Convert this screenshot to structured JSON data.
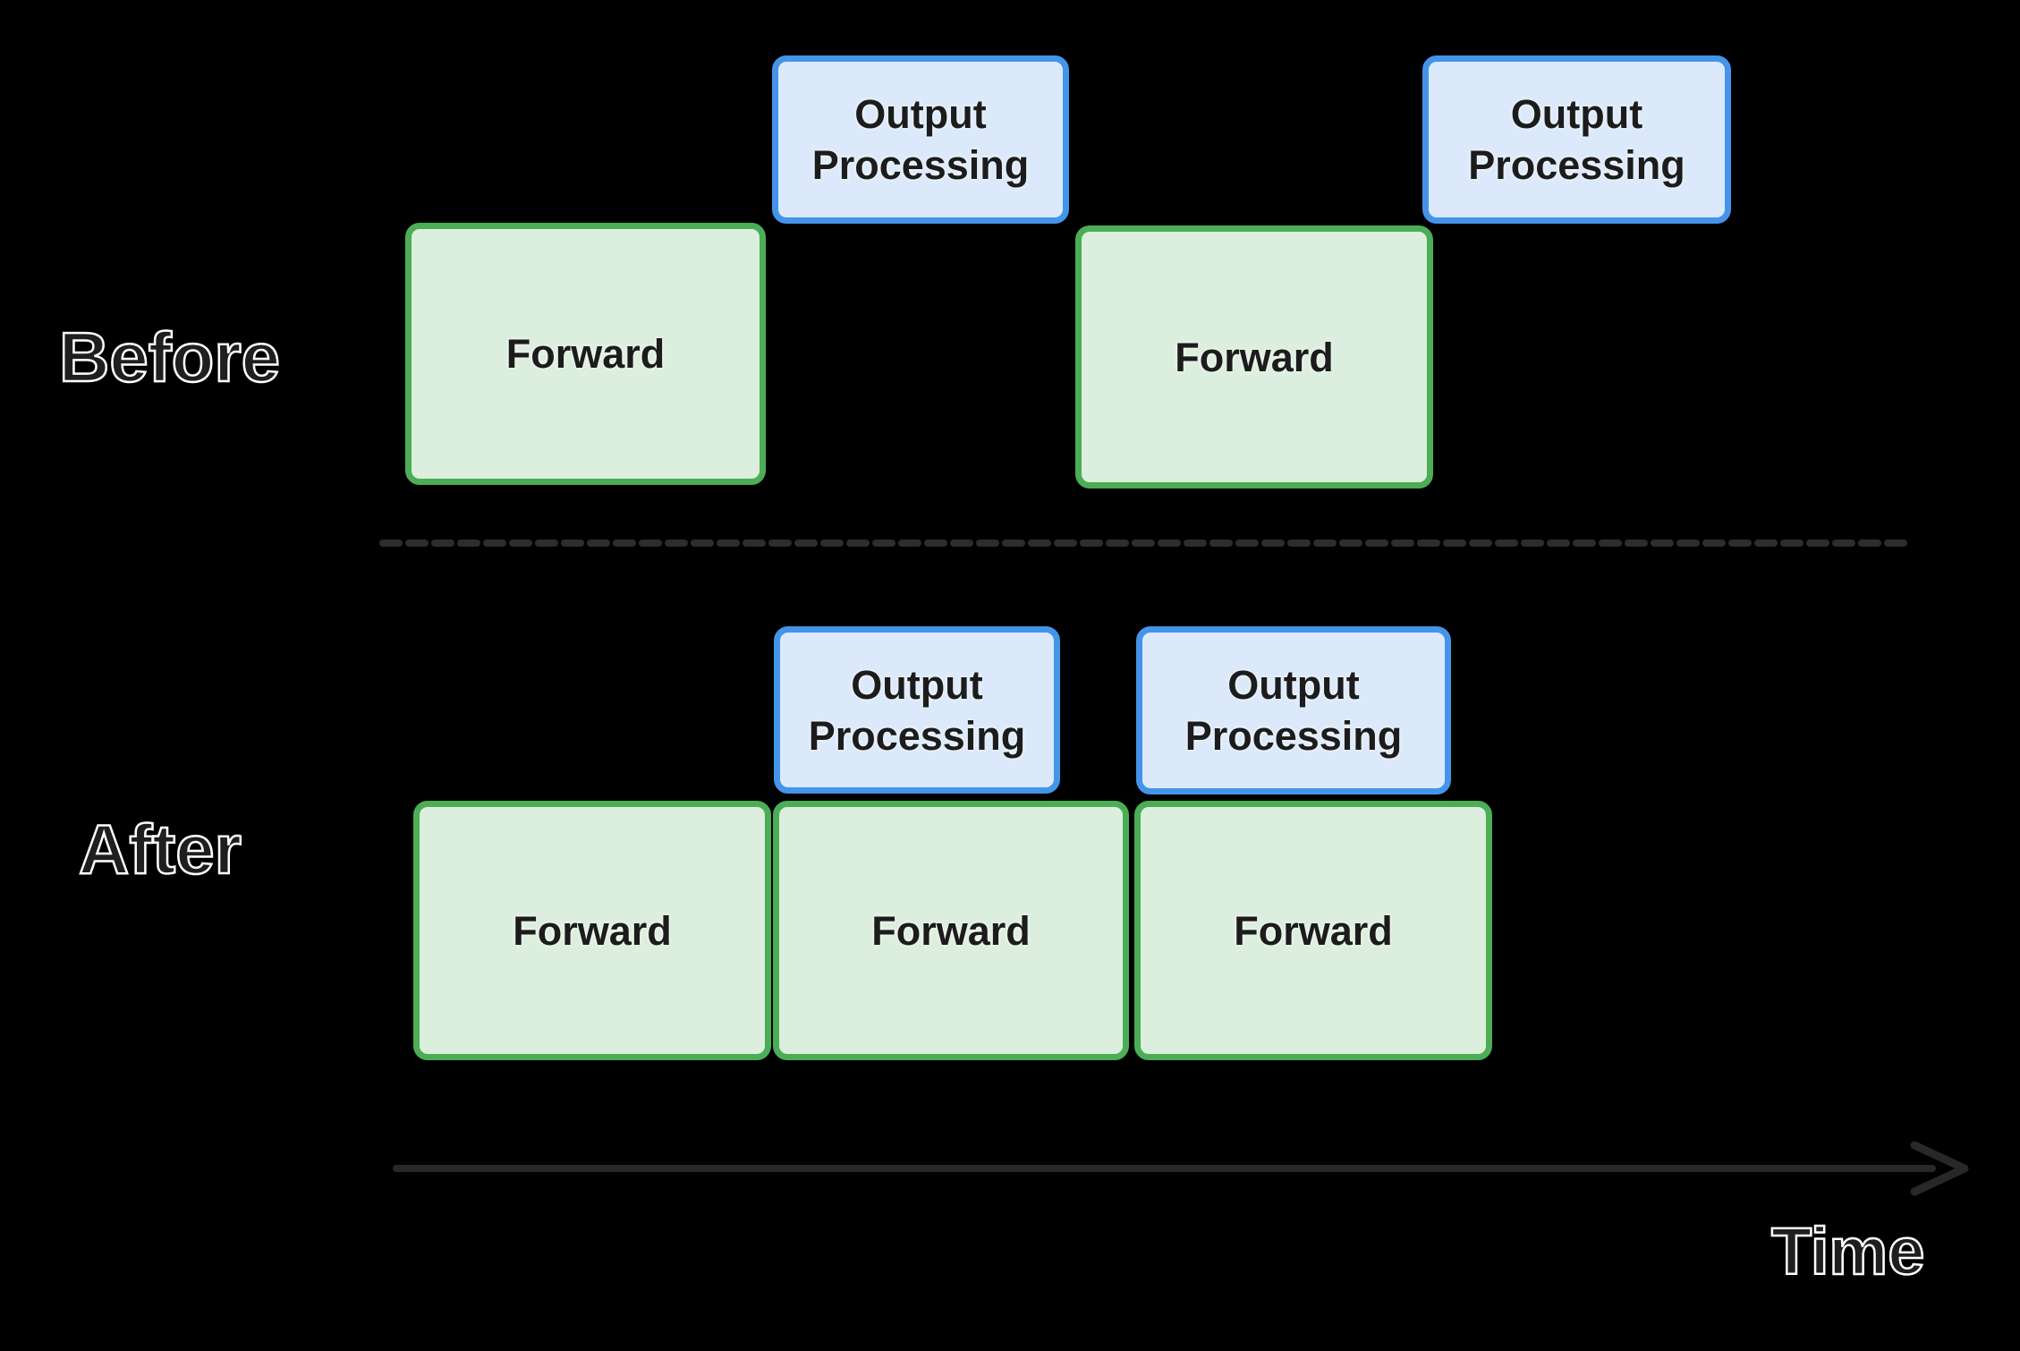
{
  "colors": {
    "background": "#000000",
    "forward_fill": "#dceedd",
    "forward_border": "#4cad57",
    "output_fill": "#dbe9fa",
    "output_border": "#4494ea",
    "divider": "#2d2d2d",
    "axis": "#282828"
  },
  "rows": {
    "before": {
      "label": "Before",
      "blocks": [
        {
          "type": "forward",
          "label": "Forward"
        },
        {
          "type": "output",
          "label": "Output Processing"
        },
        {
          "type": "forward",
          "label": "Forward"
        },
        {
          "type": "output",
          "label": "Output Processing"
        }
      ]
    },
    "after": {
      "label": "After",
      "blocks": [
        {
          "type": "forward",
          "label": "Forward"
        },
        {
          "type": "forward",
          "label": "Forward"
        },
        {
          "type": "forward",
          "label": "Forward"
        },
        {
          "type": "output",
          "label": "Output Processing"
        },
        {
          "type": "output",
          "label": "Output Processing"
        }
      ]
    }
  },
  "axis": {
    "label": "Time"
  }
}
